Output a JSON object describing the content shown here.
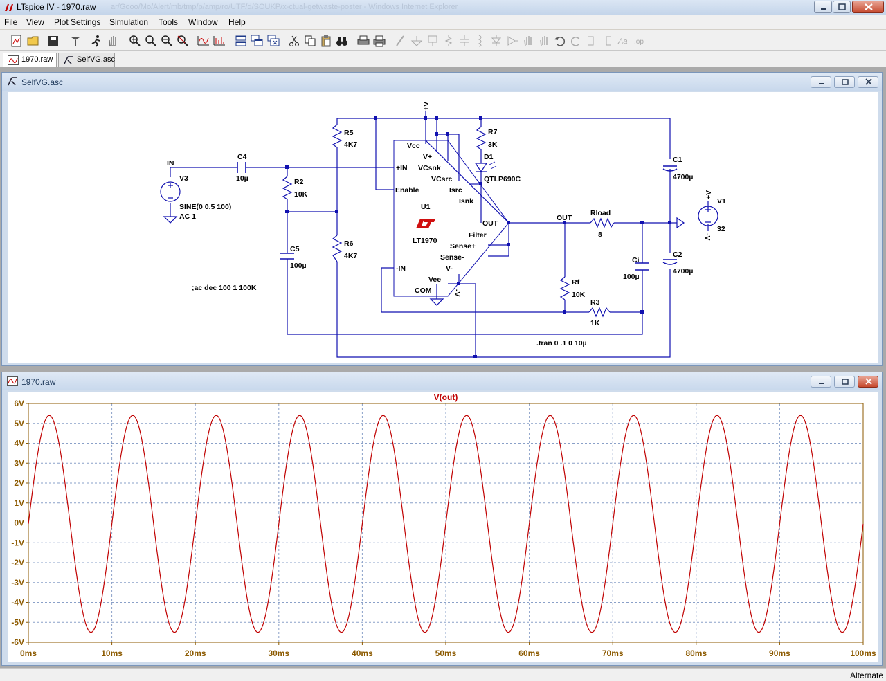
{
  "window": {
    "title": "LTspice IV - 1970.raw",
    "faded_title": "ar/Gooo/Mo/Alert/mb/tmp/p/amp/ro/UTF/d/SOUKP/x-ctual-getwaste-poster - Windows Internet Explorer"
  },
  "menu": [
    "File",
    "View",
    "Plot Settings",
    "Simulation",
    "Tools",
    "Window",
    "Help"
  ],
  "tabs": [
    {
      "label": "1970.raw"
    },
    {
      "label": "SelfVG.asc"
    }
  ],
  "schematic": {
    "window_title": "SelfVG.asc",
    "labels": {
      "vplus_top": "+V",
      "r5": "R5",
      "r5_val": "4K7",
      "r7": "R7",
      "r7_val": "3K",
      "d1": "D1",
      "d1_val": "QTLP690C",
      "in": "IN",
      "c4": "C4",
      "c4_val": "10µ",
      "v3": "V3",
      "v3_val1": "SINE(0 0.5 100)",
      "v3_val2": "AC 1",
      "r2": "R2",
      "r2_val": "10K",
      "c5": "C5",
      "c5_val": "100µ",
      "r6": "R6",
      "r6_val": "4K7",
      "vcc": "Vcc",
      "vplus_pin": "V+",
      "vcsnk": "VCsnk",
      "vcsrc": "VCsrc",
      "in_plus": "+IN",
      "enable": "Enable",
      "isrc": "Isrc",
      "isnk": "Isnk",
      "u1": "U1",
      "u1_val": "LT1970",
      "out_pin": "OUT",
      "filter": "Filter",
      "sense_plus": "Sense+",
      "sense_minus": "Sense-",
      "vminus_pin": "V-",
      "in_minus": "-IN",
      "vee": "Vee",
      "com": "COM",
      "vminus_gnd": "-V",
      "out_net": "OUT",
      "rload": "Rload",
      "rload_val": "8",
      "rf": "Rf",
      "rf_val": "10K",
      "r3": "R3",
      "r3_val": "1K",
      "ci": "Ci",
      "ci_val": "100µ",
      "c1": "C1",
      "c1_val": "4700µ",
      "c2": "C2",
      "c2_val": "4700µ",
      "v1": "V1",
      "v1_val": "32",
      "v1_plus": "+V",
      "v1_minus": "-V",
      "ac_directive": ";ac dec 100 1 100K",
      "tran_directive": ".tran 0 .1 0 10µ"
    }
  },
  "plot": {
    "window_title": "1970.raw"
  },
  "chart_data": {
    "type": "line",
    "title": "V(out)",
    "xlabel": "",
    "ylabel": "",
    "x_ticks": [
      "0ms",
      "10ms",
      "20ms",
      "30ms",
      "40ms",
      "50ms",
      "60ms",
      "70ms",
      "80ms",
      "90ms",
      "100ms"
    ],
    "y_ticks": [
      "6V",
      "5V",
      "4V",
      "3V",
      "2V",
      "1V",
      "0V",
      "-1V",
      "-2V",
      "-3V",
      "-4V",
      "-5V",
      "-6V"
    ],
    "xlim": [
      0,
      100
    ],
    "ylim": [
      -6,
      6
    ],
    "series": [
      {
        "name": "V(out)",
        "frequency_hz": 100,
        "amplitude_v": 5.45,
        "offset_v": -0.05
      }
    ],
    "grid": true,
    "colors": {
      "trace": "#c00000",
      "axis": "#8c5a00",
      "grid": "#8aa0c8"
    }
  },
  "status": {
    "text": "Alternate"
  }
}
